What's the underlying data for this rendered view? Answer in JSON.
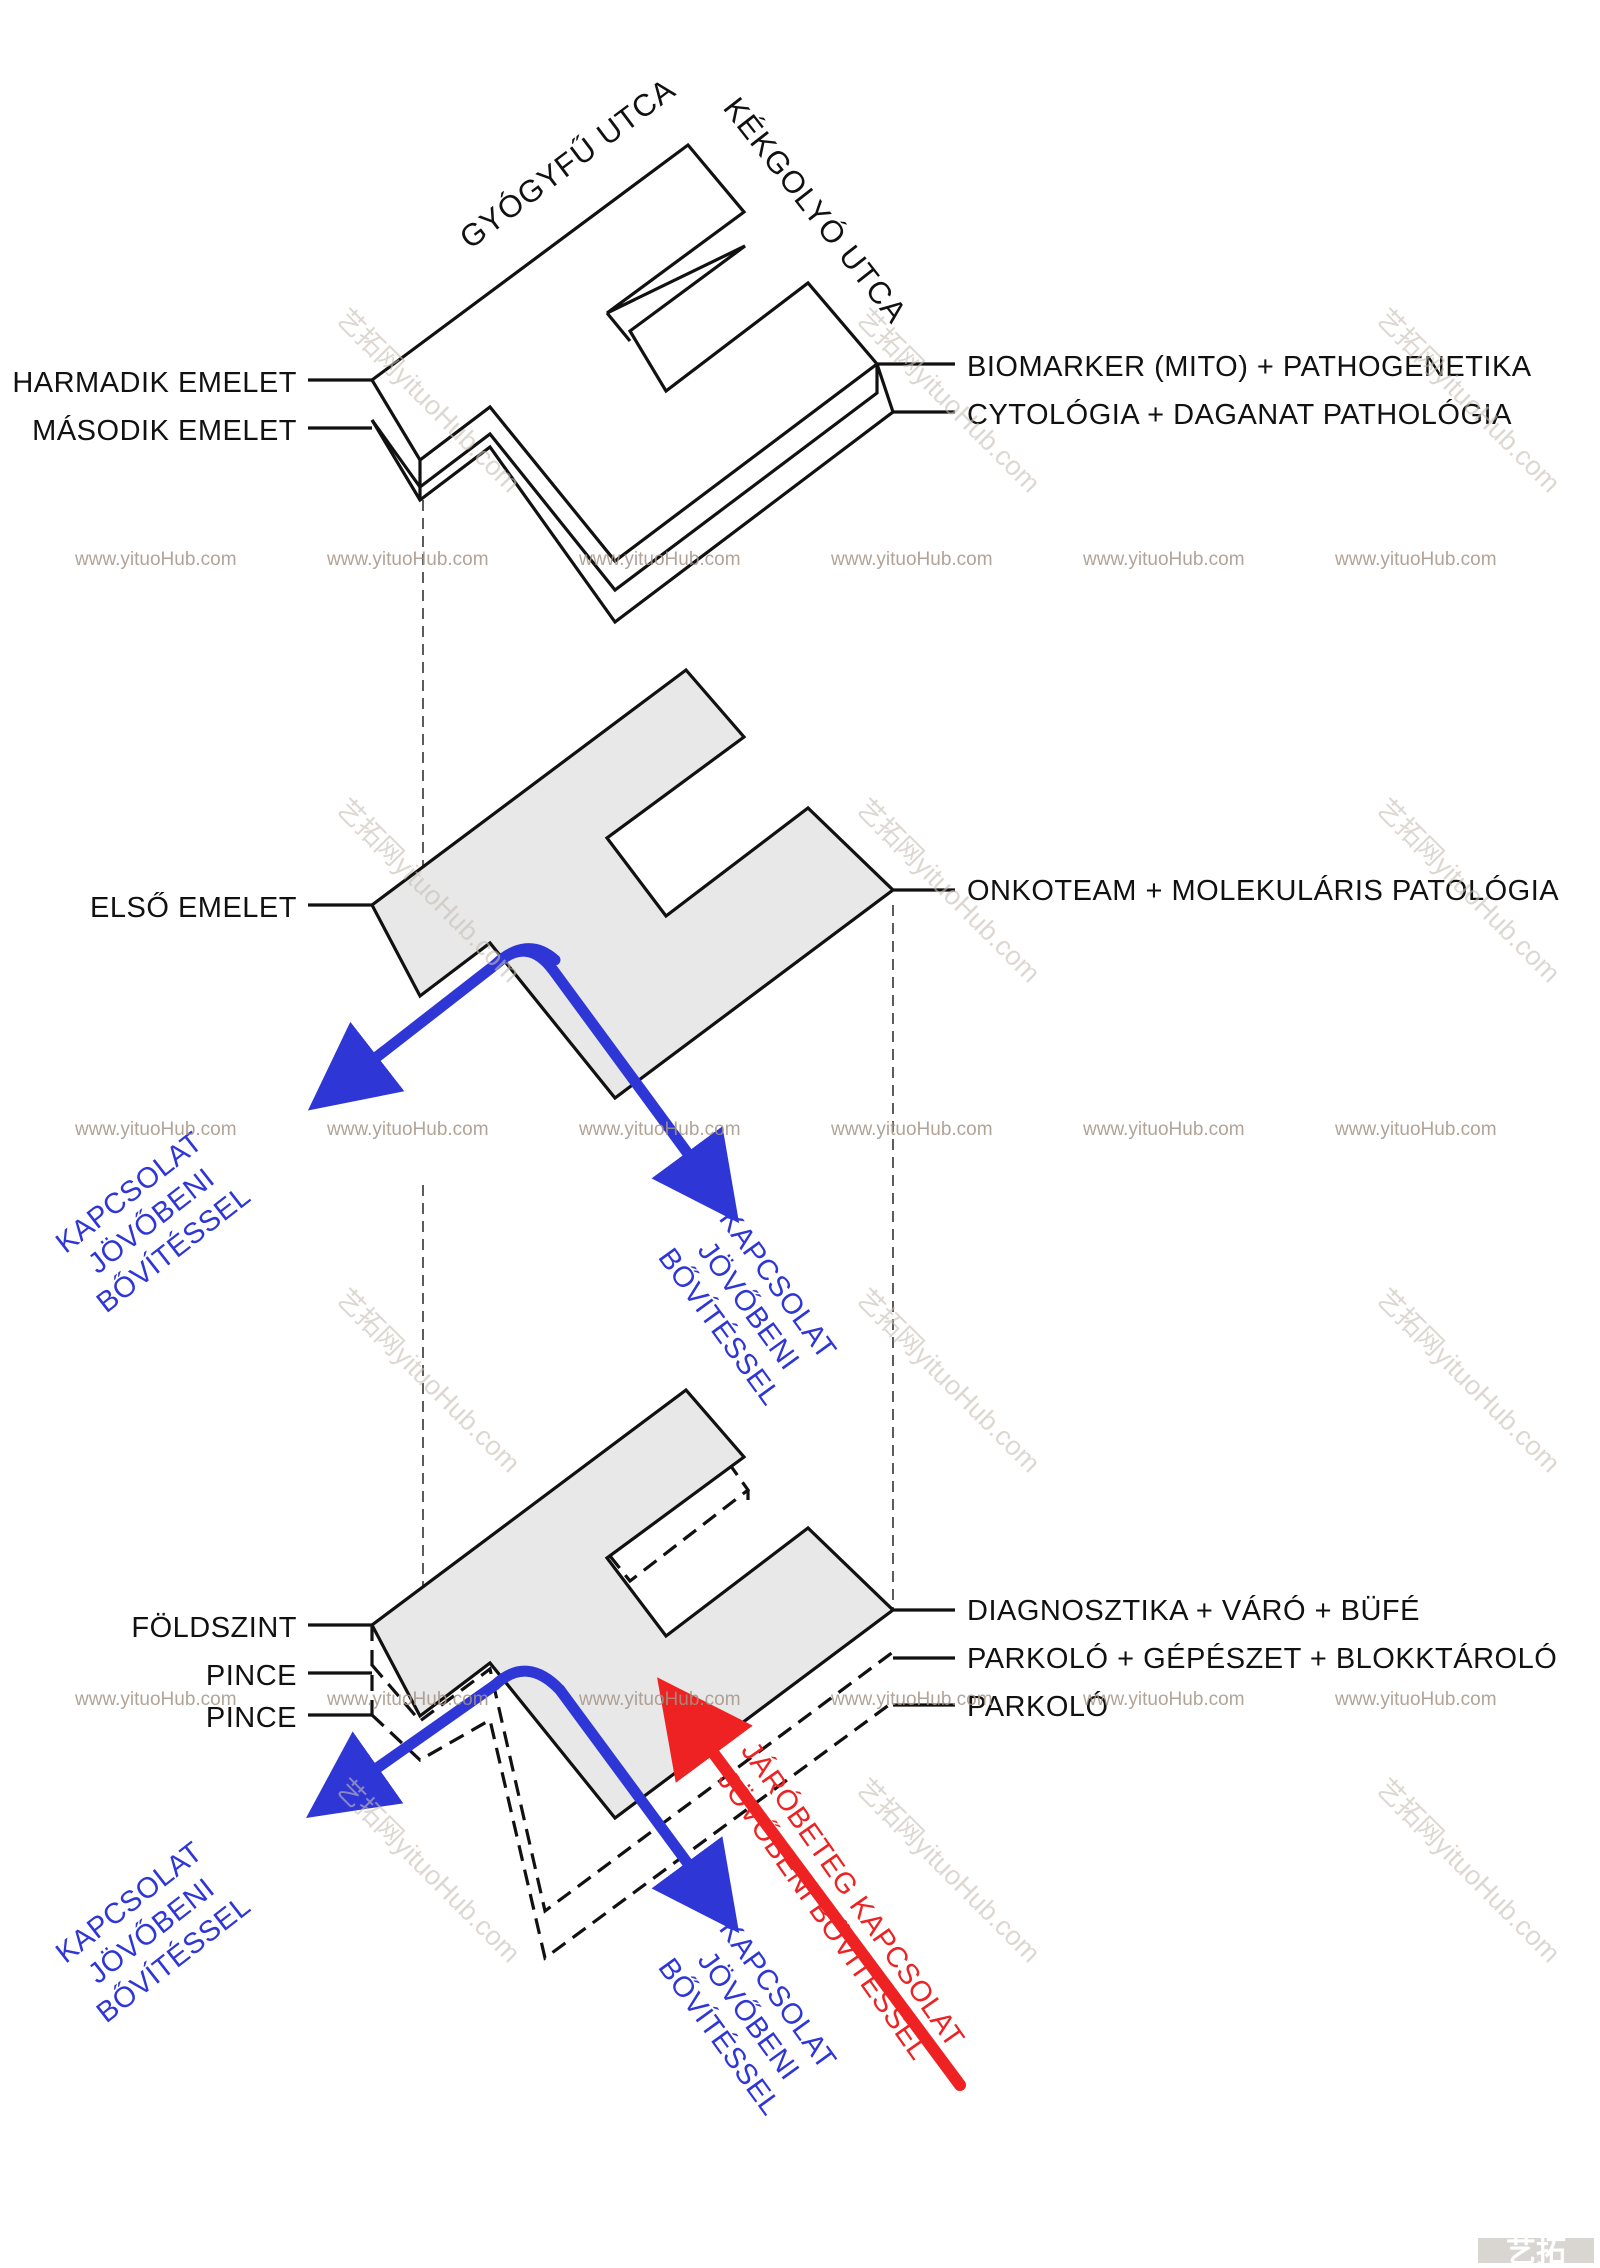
{
  "streets": {
    "gyogyfu": "GYÓGYFŰ UTCA",
    "kekgolyo": "KÉKGOLYÓ UTCA"
  },
  "floors": {
    "harmadik": "HARMADIK EMELET",
    "masodik": "MÁSODIK EMELET",
    "elso": "ELSŐ EMELET",
    "foldszint": "FÖLDSZINT",
    "pince1": "PINCE",
    "pince2": "PINCE"
  },
  "functions": {
    "biomarker": "BIOMARKER (MITO) + PATHOGENETIKA",
    "cytologia": "CYTOLÓGIA + DAGANAT PATHOLÓGIA",
    "onkoteam": "ONKOTEAM + MOLEKULÁRIS PATOLÓGIA",
    "diagnosztika": "DIAGNOSZTIKA + VÁRÓ + BÜFÉ",
    "parkolo_gepeszet": "PARKOLÓ + GÉPÉSZET + BLOKKTÁROLÓ",
    "parkolo": "PARKOLÓ"
  },
  "connections": {
    "blue_line1": "KAPCSOLAT",
    "blue_line2": "JÖVŐBENI",
    "blue_line3": "BŐVÍTÉSSEL",
    "red_line1": "JÁRÓBETEG KAPCSOLAT",
    "red_line2": "JÖVŐBENI BŐVÍTÉSSEL"
  },
  "watermark": {
    "url": "www.yituoHub.com",
    "cn": "艺拓网yituoHub.com",
    "logo": "艺拓"
  },
  "colors": {
    "blue_arrow": "#2e36d6",
    "red_arrow": "#ee2222",
    "floor_fill": "#e8e8e8",
    "line": "#111111"
  }
}
